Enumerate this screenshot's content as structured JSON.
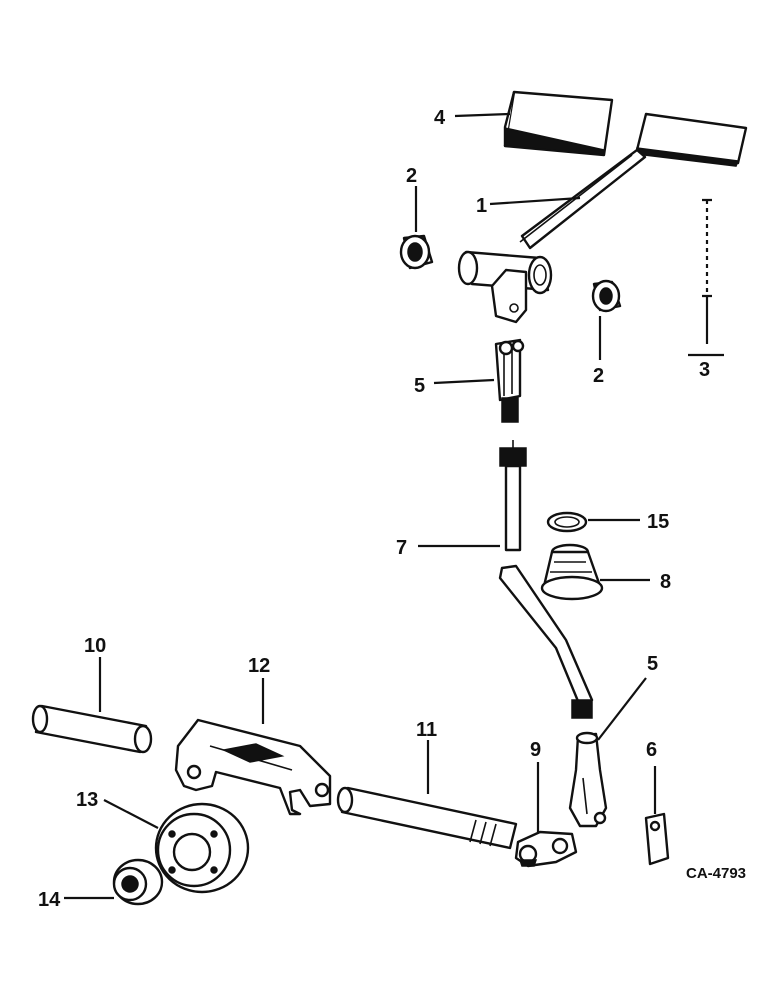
{
  "diagram": {
    "drawing_code": "CA-4793",
    "callouts": {
      "c1": "1",
      "c2a": "2",
      "c2b": "2",
      "c3": "3",
      "c4": "4",
      "c5a": "5",
      "c5b": "5",
      "c6": "6",
      "c7": "7",
      "c8": "8",
      "c9": "9",
      "c10": "10",
      "c11": "11",
      "c12": "12",
      "c13": "13",
      "c14": "14",
      "c15": "15"
    }
  }
}
